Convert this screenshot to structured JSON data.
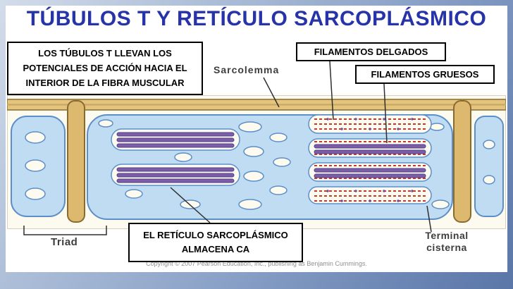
{
  "slide": {
    "title": "TÚBULOS T Y RETÍCULO SARCOPLÁSMICO",
    "copyright": "Copyright © 2007 Pearson Education, Inc., publishing as Benjamin Cummings."
  },
  "callouts": {
    "t_tubules": {
      "lines": [
        "LOS TÚBULOS T  LLEVAN LOS",
        "POTENCIALES DE ACCIÓN HACIA EL",
        "INTERIOR DE LA FIBRA MUSCULAR"
      ]
    },
    "thin_filaments": {
      "label": "FILAMENTOS DELGADOS"
    },
    "thick_filaments": {
      "label": "FILAMENTOS GRUESOS"
    },
    "sr_storage": {
      "lines": [
        "EL RETÍCULO SARCOPLÁSMICO",
        "ALMACENA CA"
      ]
    }
  },
  "diagram": {
    "labels": {
      "sarcolemma": "Sarcolemma",
      "triad": "Triad",
      "terminal_cisterna_line1": "Terminal",
      "terminal_cisterna_line2": "cisterna"
    }
  },
  "colors": {
    "title_blue": "#2733A8",
    "slide_border_blue": "#7E97C2",
    "sr_blue": "#BFDCF2",
    "sr_outline_blue": "#5C8FC9",
    "tubule_tan": "#DDB96F",
    "tubule_outline": "#8A6B2F",
    "myofibril_purple": "#7B5EA7",
    "filament_red": "#C23B2E"
  }
}
